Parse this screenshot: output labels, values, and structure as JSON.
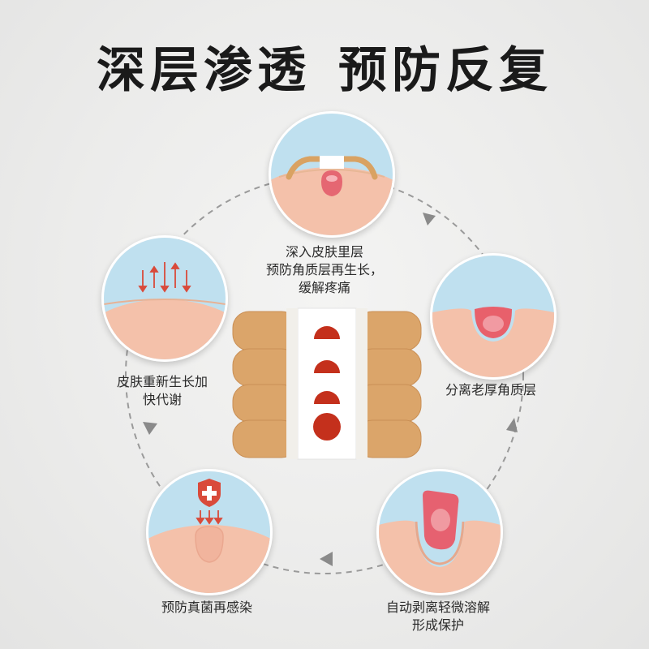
{
  "headline": {
    "part1": "深层渗透",
    "part2": "预防反复"
  },
  "steps": [
    {
      "lines": [
        "深入皮肤里层",
        "预防角质层再生长，",
        "缓解疼痛"
      ]
    },
    {
      "lines": [
        "分离老厚角质层"
      ]
    },
    {
      "lines": [
        "自动剥离轻微溶解",
        "形成保护"
      ]
    },
    {
      "lines": [
        "预防真菌再感染"
      ]
    },
    {
      "lines": [
        "皮肤重新生长加",
        "快代谢"
      ]
    }
  ],
  "colors": {
    "skin": "#f4c1aa",
    "skin_deep": "#e9a48c",
    "sky": "#bfe0ef",
    "lesion": "#e0606a",
    "pad": "#c4301c",
    "patch_tan": "#dca56a",
    "arrow": "#8c8c8c"
  },
  "icons": [
    "shield-cross-icon",
    "down-arrows-icon",
    "up-down-arrows-icon",
    "cycle-arrow-icon"
  ]
}
